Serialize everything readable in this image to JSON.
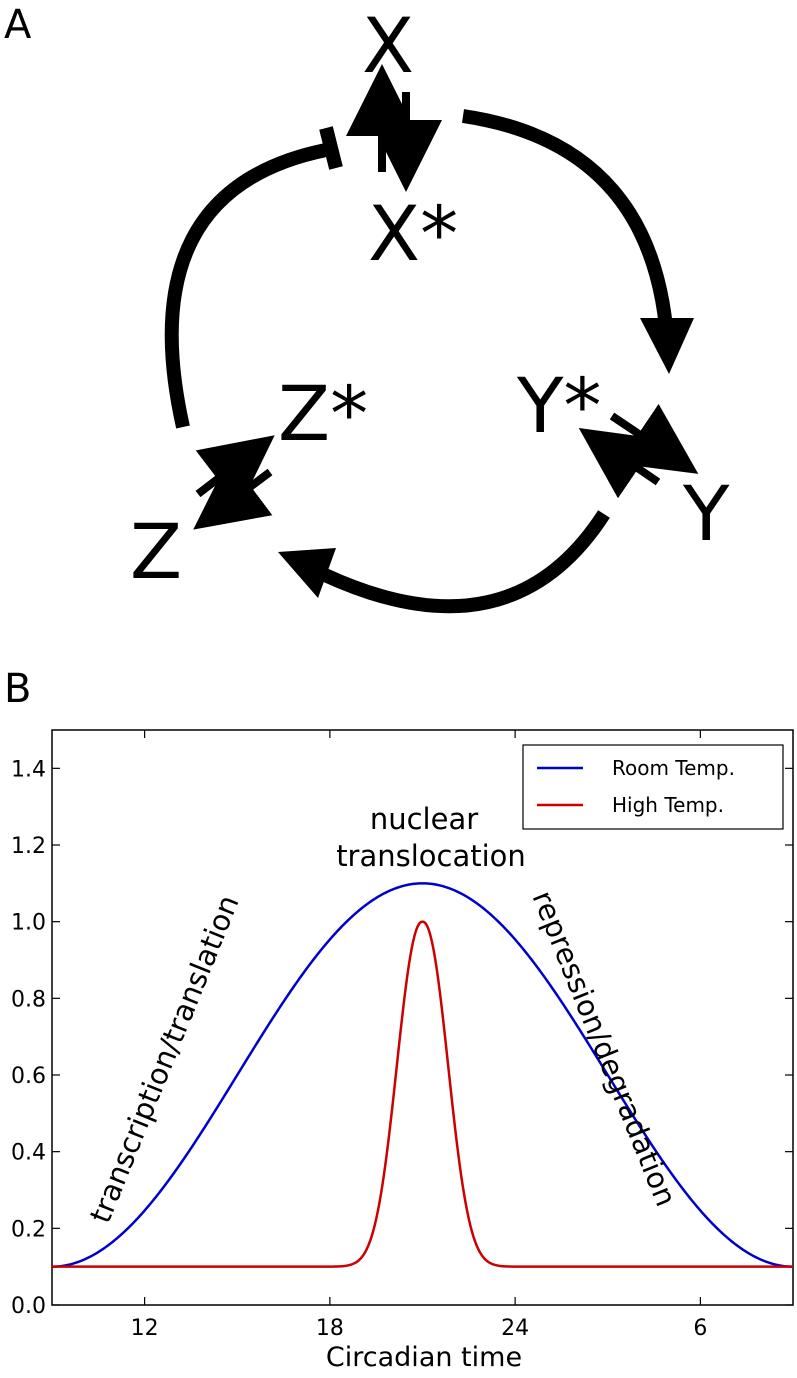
{
  "panel_a": {
    "label": "A",
    "species": {
      "x": "X",
      "x_star": "X*",
      "y_star": "Y*",
      "y": "Y",
      "z_star": "Z*",
      "z": "Z"
    }
  },
  "panel_b": {
    "label": "B"
  },
  "chart_data": {
    "type": "line",
    "xlabel": "Circadian time",
    "ylabel": "",
    "x_range_hours": [
      9,
      33
    ],
    "xticks": [
      {
        "value": 12,
        "label": "12"
      },
      {
        "value": 18,
        "label": "18"
      },
      {
        "value": 24,
        "label": "24"
      },
      {
        "value": 30,
        "label": "6"
      }
    ],
    "ylim": [
      0,
      1.5
    ],
    "yticks": [
      "0.0",
      "0.2",
      "0.4",
      "0.6",
      "0.8",
      "1.0",
      "1.2",
      "1.4"
    ],
    "grid": false,
    "legend_position": "top-right",
    "series": [
      {
        "name": "Room Temp.",
        "color": "#0000cc",
        "baseline": 0.1,
        "peak": 1.1,
        "peak_time": 21,
        "shape": "cosine bump spanning 9 to 33"
      },
      {
        "name": "High Temp.",
        "color": "#cc0000",
        "baseline": 0.1,
        "peak": 1.0,
        "peak_time": 21,
        "shape": "narrow gaussian peak"
      }
    ],
    "annotations": {
      "rise": "transcription/translation",
      "peak_line1": "nuclear",
      "peak_line2": "translocation",
      "fall": "repression/degradation"
    }
  }
}
